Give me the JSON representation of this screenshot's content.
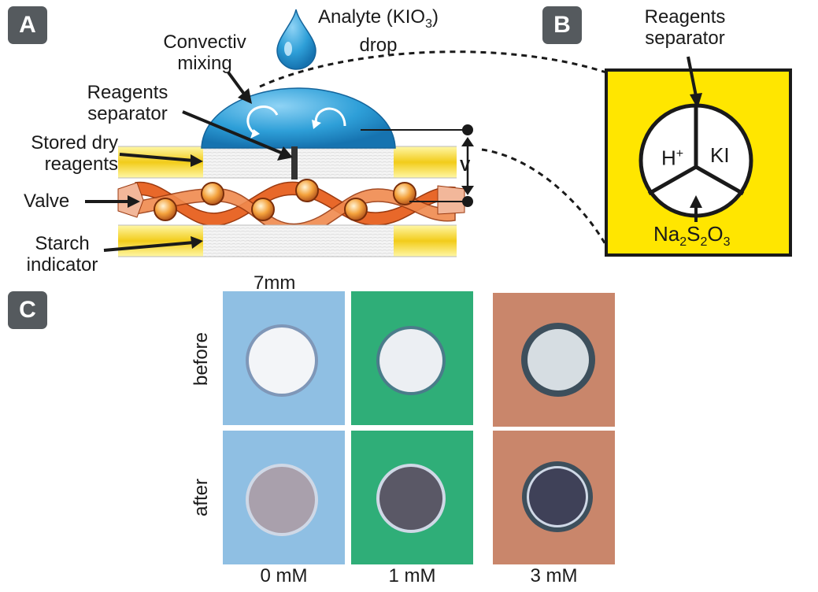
{
  "badges": {
    "a": "A",
    "b": "B",
    "c": "C"
  },
  "panel_a": {
    "drop_label_line1": "Analyte (KIO",
    "drop_label_sub": "3",
    "drop_label_close": ")",
    "drop_label_line2": "drop",
    "mixing_line1": "Convectiv",
    "mixing_line2": "mixing",
    "separator_line1": "Reagents",
    "separator_line2": "separator",
    "stored_line1": "Stored dry",
    "stored_line2": "reagents",
    "valve": "Valve",
    "starch_line1": "Starch",
    "starch_line2": "indicator",
    "v_label": "V"
  },
  "panel_b": {
    "title_line1": "Reagents",
    "title_line2": "separator",
    "h_plus": "H",
    "h_plus_sup": "+",
    "ki": "KI",
    "thio": "Na",
    "thio_sub1": "2",
    "thio_mid": "S",
    "thio_sub2": "2",
    "thio_end": "O",
    "thio_sub3": "3"
  },
  "panel_c": {
    "scale": "7mm",
    "rows": [
      "before",
      "after"
    ],
    "concentrations": [
      "0 mM",
      "1 mM",
      "3 mM"
    ]
  },
  "colors": {
    "drop": "#2e9fd8",
    "yellow": "#ffe600",
    "valve": "#e8682a",
    "bead": "#f4a23c",
    "tile_blue": "#8fbfe3",
    "tile_green": "#2fae78",
    "tile_tan": "#c9866b"
  }
}
